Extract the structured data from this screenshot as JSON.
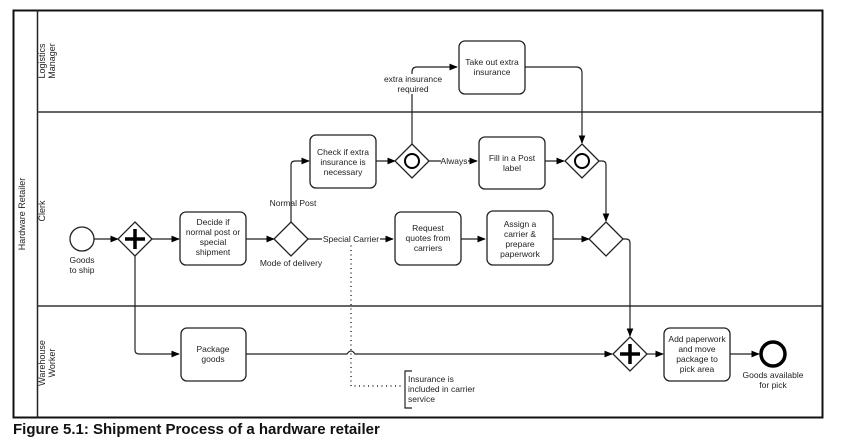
{
  "pool": {
    "label": "Hardware Retailer"
  },
  "lanes": [
    {
      "label_line1": "Logistics",
      "label_line2": "Manager"
    },
    {
      "label": "Clerk"
    },
    {
      "label_line1": "Warehouse",
      "label_line2": "Worker"
    }
  ],
  "events": {
    "start": {
      "label_line1": "Goods",
      "label_line2": "to ship"
    },
    "end": {
      "label_line1": "Goods available",
      "label_line2": "for pick"
    }
  },
  "tasks": {
    "decide": [
      "Decide if",
      "normal post or",
      "special",
      "shipment"
    ],
    "check": [
      "Check if extra",
      "insurance is",
      "necessary"
    ],
    "take_out": [
      "Take out extra",
      "insurance"
    ],
    "fill_label": [
      "Fill in a Post",
      "label"
    ],
    "request_quotes": [
      "Request",
      "quotes from",
      "carriers"
    ],
    "assign_carrier": [
      "Assign a",
      "carrier &",
      "prepare",
      "paperwork"
    ],
    "package": [
      "Package",
      "goods"
    ],
    "add_paperwork": [
      "Add paperwork",
      "and move",
      "package to",
      "pick area"
    ]
  },
  "gateways": {
    "mode_of_delivery": "Mode of delivery"
  },
  "flow_labels": {
    "normal_post": "Normal Post",
    "special_carrier": "Special Carrier",
    "always": "Always",
    "extra_insurance_line1": "extra insurance",
    "extra_insurance_line2": "required"
  },
  "annotation": [
    "Insurance is",
    "included in carrier",
    "service"
  ],
  "caption": "Figure 5.1: Shipment Process of a hardware retailer"
}
